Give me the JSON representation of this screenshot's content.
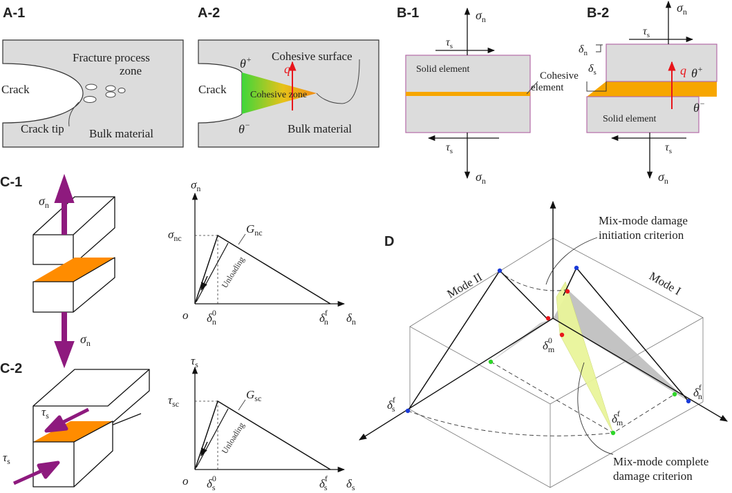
{
  "panels": {
    "a1": "A-1",
    "a2": "A-2",
    "b1": "B-1",
    "b2": "B-2",
    "c1": "C-1",
    "c2": "C-2",
    "d": "D"
  },
  "a1": {
    "crack": "Crack",
    "fpz_line1": "Fracture process",
    "fpz_line2": "zone",
    "crack_tip": "Crack tip",
    "bulk": "Bulk material"
  },
  "a2": {
    "crack": "Crack",
    "cohesive_surface": "Cohesive surface",
    "cohesive_zone": "Cohesive zone",
    "bulk": "Bulk material",
    "theta": "θ",
    "plus": "+",
    "minus": "−",
    "q": "q"
  },
  "b": {
    "sigma": "σ",
    "tau": "τ",
    "delta": "δ",
    "n": "n",
    "s": "s",
    "solid": "Solid element",
    "cohesive_line1": "Cohesive",
    "cohesive_line2": "element"
  },
  "c1": {
    "axis_y": "σ",
    "axis_y_sub": "n",
    "axis_x": "δ",
    "axis_x_sub": "n",
    "peak": "σ",
    "peak_sub": "nc",
    "g": "G",
    "g_sub": "nc",
    "d0": "δ",
    "d0_sub": "n",
    "d0_sup": "0",
    "df": "δ",
    "df_sub": "n",
    "df_sup": "f",
    "unloading": "Unloading",
    "origin": "o",
    "force": "σ",
    "force_sub": "n"
  },
  "c2": {
    "axis_y": "τ",
    "axis_y_sub": "s",
    "axis_x": "δ",
    "axis_x_sub": "s",
    "peak": "τ",
    "peak_sub": "sc",
    "g": "G",
    "g_sub": "sc",
    "d0": "δ",
    "d0_sub": "s",
    "d0_sup": "0",
    "df": "δ",
    "df_sub": "s",
    "df_sup": "f",
    "unloading": "Unloading",
    "origin": "o",
    "force": "τ",
    "force_sub": "s"
  },
  "d": {
    "mode2": "Mode II",
    "mode1": "Mode I",
    "init_line1": "Mix-mode damage",
    "init_line2": "initiation criterion",
    "complete_line1": "Mix-mode complete",
    "complete_line2": "damage criterion",
    "dm0": "δ",
    "dm0_sub": "m",
    "dm0_sup": "0",
    "dmf": "δ",
    "dmf_sub": "m",
    "dmf_sup": "f",
    "dsf": "δ",
    "dsf_sub": "s",
    "dsf_sup": "f",
    "dnf": "δ",
    "dnf_sub": "n",
    "dnf_sup": "f"
  },
  "colors": {
    "plate": "#dcdcdc",
    "cohesive_orange": "#f7a600",
    "arrow_purple": "#8e1a7e",
    "q_red": "#e8151b",
    "zone_green": "#3ed63a",
    "envelope_yellow": "#e9f59a",
    "triangle_grey": "#c8c8c8",
    "dot_blue": "#1a3bd8",
    "dot_red": "#e8151b",
    "dot_green": "#2fd62a"
  }
}
